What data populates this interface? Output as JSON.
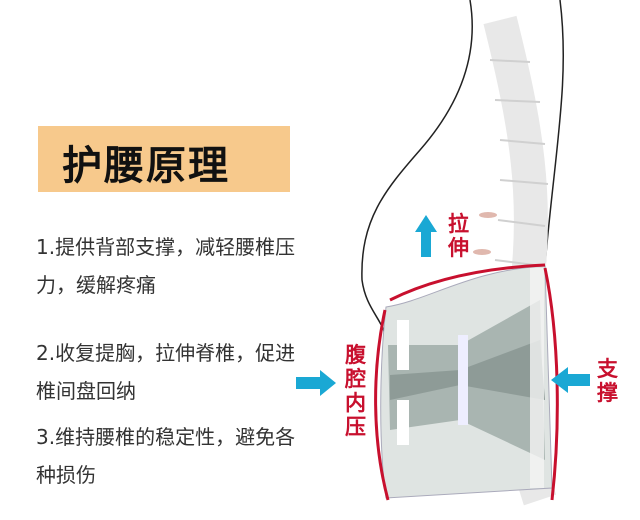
{
  "title": "护腰原理",
  "points": [
    "1.提供背部支撑，减轻腰椎压力，缓解疼痛",
    "2.收复提胸，拉伸脊椎，促进椎间盘回纳",
    "3.维持腰椎的稳定性，避免各种损伤"
  ],
  "labels": {
    "stretch": "拉伸",
    "abdominal_pressure": "腹腔内压",
    "support": "支撑"
  },
  "colors": {
    "title_bg": "#f7c98c",
    "arrow": "#1aa8d4",
    "label": "#c8102e"
  }
}
